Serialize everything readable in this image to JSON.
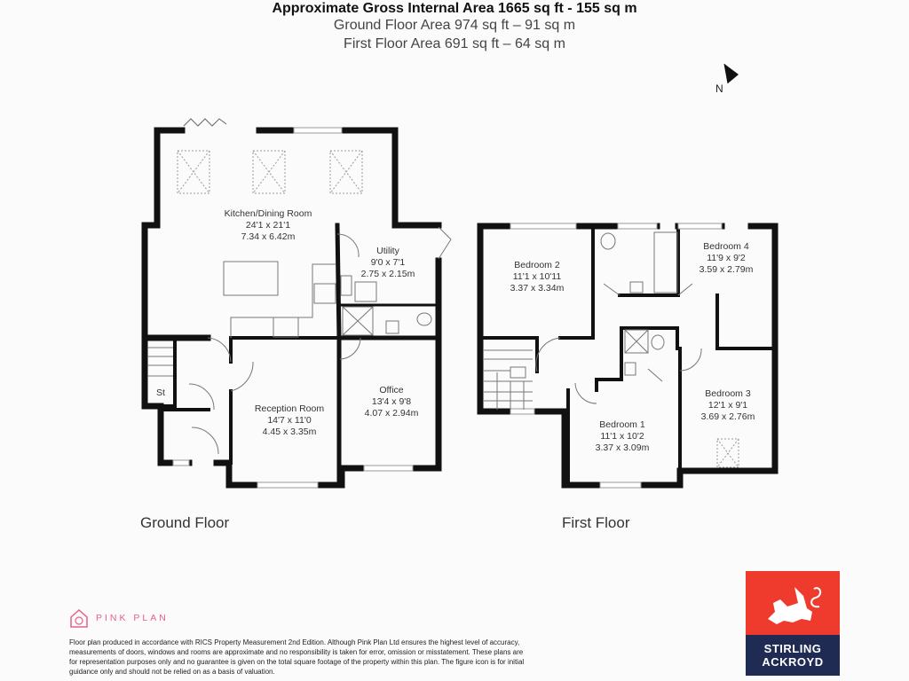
{
  "header": {
    "title": "Approximate Gross Internal Area 1665 sq ft - 155 sq m",
    "ground_area": "Ground Floor Area 974 sq ft – 91 sq m",
    "first_area": "First Floor Area 691 sq ft – 64 sq m"
  },
  "compass": {
    "label": "N",
    "icon": "north-arrow-icon"
  },
  "ground_floor": {
    "label": "Ground Floor",
    "rooms": [
      {
        "name": "Kitchen/Dining Room",
        "imperial": "24'1 x 21'1",
        "metric": "7.34 x 6.42m"
      },
      {
        "name": "Utility",
        "imperial": "9'0 x 7'1",
        "metric": "2.75 x 2.15m"
      },
      {
        "name": "Reception Room",
        "imperial": "14'7 x 11'0",
        "metric": "4.45 x 3.35m"
      },
      {
        "name": "Office",
        "imperial": "13'4 x 9'8",
        "metric": "4.07 x 2.94m"
      },
      {
        "name": "St"
      }
    ]
  },
  "first_floor": {
    "label": "First Floor",
    "rooms": [
      {
        "name": "Bedroom 2",
        "imperial": "11'1 x 10'11",
        "metric": "3.37 x 3.34m"
      },
      {
        "name": "Bedroom 4",
        "imperial": "11'9 x 9'2",
        "metric": "3.59 x 2.79m"
      },
      {
        "name": "Bedroom 3",
        "imperial": "12'1 x 9'1",
        "metric": "3.69 x 2.76m"
      },
      {
        "name": "Bedroom 1",
        "imperial": "11'1 x 10'2",
        "metric": "3.37 x 3.09m"
      }
    ]
  },
  "footer": {
    "brand": "PINK PLAN",
    "disclaimer": "Floor plan produced in accordance with RICS Property Measurement 2nd Edition. Although Pink Plan Ltd ensures the highest level of accuracy, measurements of doors, windows and rooms are approximate and no responsibility is taken for error, omission or misstatement. These plans are for representation purposes only and no guarantee is given on the total square footage of the property within this plan. The figure icon is for initial guidance only and should not be relied on as a basis of valuation.",
    "agent_line1": "STIRLING",
    "agent_line2": "ACKROYD",
    "colors": {
      "pink": "#e8608a",
      "agent_red": "#ee3b2e",
      "agent_navy": "#1f2b53"
    }
  }
}
